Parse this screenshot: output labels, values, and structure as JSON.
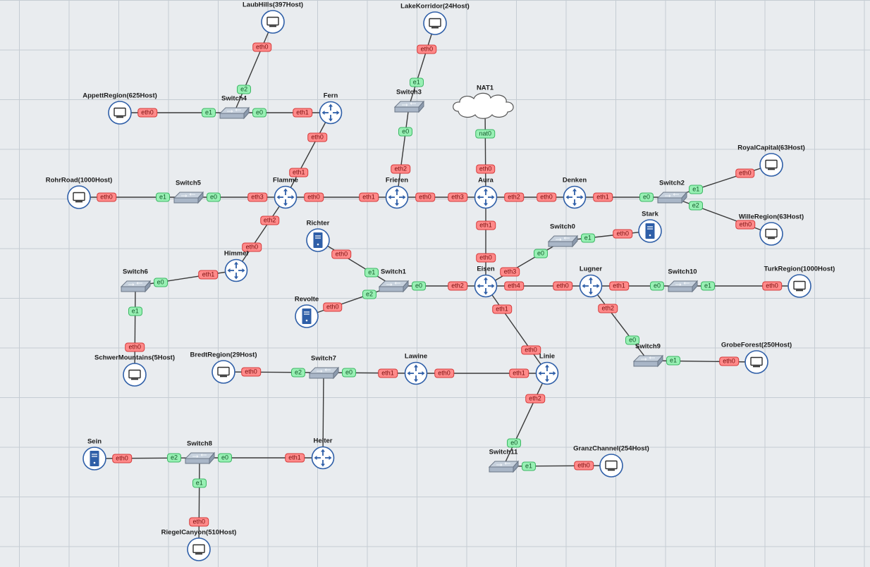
{
  "colors": {
    "router_fill": "#ffffff",
    "router_stroke": "#2f5fa8",
    "host_stroke": "#2f5fa8",
    "server_fill": "#2f5fa8",
    "switch_fill": "#a9b6c7",
    "link": "#3a3a3a",
    "port_red_bg": "#ff8a8a",
    "port_red_border": "#d63a3a",
    "port_green_bg": "#98f0b4",
    "port_green_border": "#3cb764"
  },
  "nodes": [
    {
      "id": "laubhills",
      "label": "LaubHills(397Host)",
      "type": "host",
      "icon": "monitor-icon"
    },
    {
      "id": "lakekorridor",
      "label": "LakeKorridor(24Host)",
      "type": "host",
      "icon": "monitor-icon"
    },
    {
      "id": "appett",
      "label": "AppettRegion(625Host)",
      "type": "host",
      "icon": "monitor-icon"
    },
    {
      "id": "switch4",
      "label": "Switch4",
      "type": "switch",
      "icon": "switch-icon"
    },
    {
      "id": "fern",
      "label": "Fern",
      "type": "router",
      "icon": "router-icon"
    },
    {
      "id": "switch3",
      "label": "Switch3",
      "type": "switch",
      "icon": "switch-icon"
    },
    {
      "id": "nat1",
      "label": "NAT1",
      "type": "cloud",
      "icon": "cloud-icon"
    },
    {
      "id": "royalcapital",
      "label": "RoyalCapital(63Host)",
      "type": "host",
      "icon": "monitor-icon"
    },
    {
      "id": "rohrroad",
      "label": "RohrRoad(1000Host)",
      "type": "host",
      "icon": "monitor-icon"
    },
    {
      "id": "switch5",
      "label": "Switch5",
      "type": "switch",
      "icon": "switch-icon"
    },
    {
      "id": "flamme",
      "label": "Flamme",
      "type": "router",
      "icon": "router-icon"
    },
    {
      "id": "frieren",
      "label": "Frieren",
      "type": "router",
      "icon": "router-icon"
    },
    {
      "id": "aura",
      "label": "Aura",
      "type": "router",
      "icon": "router-icon"
    },
    {
      "id": "denken",
      "label": "Denken",
      "type": "router",
      "icon": "router-icon"
    },
    {
      "id": "switch2",
      "label": "Switch2",
      "type": "switch",
      "icon": "switch-icon"
    },
    {
      "id": "willeregion",
      "label": "WilleRegion(63Host)",
      "type": "host",
      "icon": "monitor-icon"
    },
    {
      "id": "stark",
      "label": "Stark",
      "type": "server",
      "icon": "server-icon"
    },
    {
      "id": "richter",
      "label": "Richter",
      "type": "server",
      "icon": "server-icon"
    },
    {
      "id": "switch0",
      "label": "Switch0",
      "type": "switch",
      "icon": "switch-icon"
    },
    {
      "id": "himmel",
      "label": "Himmel",
      "type": "router",
      "icon": "router-icon"
    },
    {
      "id": "switch6",
      "label": "Switch6",
      "type": "switch",
      "icon": "switch-icon"
    },
    {
      "id": "switch1",
      "label": "Switch1",
      "type": "switch",
      "icon": "switch-icon"
    },
    {
      "id": "eisen",
      "label": "Eisen",
      "type": "router",
      "icon": "router-icon"
    },
    {
      "id": "lugner",
      "label": "Lugner",
      "type": "router",
      "icon": "router-icon"
    },
    {
      "id": "switch10",
      "label": "Switch10",
      "type": "switch",
      "icon": "switch-icon"
    },
    {
      "id": "turkregion",
      "label": "TurkRegion(1000Host)",
      "type": "host",
      "icon": "monitor-icon"
    },
    {
      "id": "revolte",
      "label": "Revolte",
      "type": "server",
      "icon": "server-icon"
    },
    {
      "id": "schwermountains",
      "label": "SchwerMountains(5Host)",
      "type": "host",
      "icon": "monitor-icon"
    },
    {
      "id": "bredtregion",
      "label": "BredtRegion(29Host)",
      "type": "host",
      "icon": "monitor-icon"
    },
    {
      "id": "switch7",
      "label": "Switch7",
      "type": "switch",
      "icon": "switch-icon"
    },
    {
      "id": "lawine",
      "label": "Lawine",
      "type": "router",
      "icon": "router-icon"
    },
    {
      "id": "linie",
      "label": "Linie",
      "type": "router",
      "icon": "router-icon"
    },
    {
      "id": "switch9",
      "label": "Switch9",
      "type": "switch",
      "icon": "switch-icon"
    },
    {
      "id": "grobeforest",
      "label": "GrobeForest(250Host)",
      "type": "host",
      "icon": "monitor-icon"
    },
    {
      "id": "sein",
      "label": "Sein",
      "type": "server",
      "icon": "server-icon"
    },
    {
      "id": "switch8",
      "label": "Switch8",
      "type": "switch",
      "icon": "switch-icon"
    },
    {
      "id": "heiter",
      "label": "Heiter",
      "type": "router",
      "icon": "router-icon"
    },
    {
      "id": "switch11",
      "label": "Switch11",
      "type": "switch",
      "icon": "switch-icon"
    },
    {
      "id": "granzchannel",
      "label": "GranzChannel(254Host)",
      "type": "host",
      "icon": "monitor-icon"
    },
    {
      "id": "riegelcanyon",
      "label": "RiegelCanyon(510Host)",
      "type": "host",
      "icon": "monitor-icon"
    }
  ],
  "links": [
    {
      "a": "laubhills",
      "b": "switch4",
      "a_port": "eth0",
      "b_port": "e2"
    },
    {
      "a": "appett",
      "b": "switch4",
      "a_port": "eth0",
      "b_port": "e1"
    },
    {
      "a": "switch4",
      "b": "fern",
      "a_port": "e0",
      "b_port": "eth1"
    },
    {
      "a": "lakekorridor",
      "b": "switch3",
      "a_port": "eth0",
      "b_port": "e1"
    },
    {
      "a": "switch3",
      "b": "frieren",
      "a_port": "e0",
      "b_port": "eth2"
    },
    {
      "a": "nat1",
      "b": "aura",
      "a_port": "nat0",
      "b_port": "eth0"
    },
    {
      "a": "fern",
      "b": "flamme",
      "a_port": "eth0",
      "b_port": "eth1"
    },
    {
      "a": "rohrroad",
      "b": "switch5",
      "a_port": "eth0",
      "b_port": "e1"
    },
    {
      "a": "switch5",
      "b": "flamme",
      "a_port": "e0",
      "b_port": "eth3"
    },
    {
      "a": "flamme",
      "b": "frieren",
      "a_port": "eth0",
      "b_port": "eth1"
    },
    {
      "a": "frieren",
      "b": "aura",
      "a_port": "eth0",
      "b_port": "eth3"
    },
    {
      "a": "aura",
      "b": "denken",
      "a_port": "eth2",
      "b_port": "eth0"
    },
    {
      "a": "denken",
      "b": "switch2",
      "a_port": "eth1",
      "b_port": "e0"
    },
    {
      "a": "switch2",
      "b": "royalcapital",
      "a_port": "e1",
      "b_port": "eth0"
    },
    {
      "a": "switch2",
      "b": "willeregion",
      "a_port": "e2",
      "b_port": "eth0"
    },
    {
      "a": "aura",
      "b": "eisen",
      "a_port": "eth1",
      "b_port": "eth0"
    },
    {
      "a": "flamme",
      "b": "himmel",
      "a_port": "eth2",
      "b_port": "eth0"
    },
    {
      "a": "himmel",
      "b": "switch6",
      "a_port": "eth1",
      "b_port": "e0"
    },
    {
      "a": "switch6",
      "b": "schwermountains",
      "a_port": "e1",
      "b_port": "eth0"
    },
    {
      "a": "richter",
      "b": "switch1",
      "a_port": "eth0",
      "b_port": "e1"
    },
    {
      "a": "revolte",
      "b": "switch1",
      "a_port": "eth0",
      "b_port": "e2"
    },
    {
      "a": "switch1",
      "b": "eisen",
      "a_port": "e0",
      "b_port": "eth2"
    },
    {
      "a": "eisen",
      "b": "switch0",
      "a_port": "eth3",
      "b_port": "e0"
    },
    {
      "a": "switch0",
      "b": "stark",
      "a_port": "e1",
      "b_port": "eth0"
    },
    {
      "a": "eisen",
      "b": "lugner",
      "a_port": "eth4",
      "b_port": "eth0"
    },
    {
      "a": "lugner",
      "b": "switch10",
      "a_port": "eth1",
      "b_port": "e0"
    },
    {
      "a": "switch10",
      "b": "turkregion",
      "a_port": "e1",
      "b_port": "eth0"
    },
    {
      "a": "lugner",
      "b": "switch9",
      "a_port": "eth2",
      "b_port": "e0"
    },
    {
      "a": "switch9",
      "b": "grobeforest",
      "a_port": "e1",
      "b_port": "eth0"
    },
    {
      "a": "eisen",
      "b": "linie",
      "a_port": "eth1",
      "b_port": "eth0"
    },
    {
      "a": "bredtregion",
      "b": "switch7",
      "a_port": "eth0",
      "b_port": "e2"
    },
    {
      "a": "switch7",
      "b": "lawine",
      "a_port": "e0",
      "b_port": "eth1"
    },
    {
      "a": "lawine",
      "b": "linie",
      "a_port": "eth0",
      "b_port": "eth1"
    },
    {
      "a": "linie",
      "b": "switch11",
      "a_port": "eth2",
      "b_port": "e0"
    },
    {
      "a": "switch11",
      "b": "granzchannel",
      "a_port": "e1",
      "b_port": "eth0"
    },
    {
      "a": "switch7",
      "b": "heiter",
      "a_port": "",
      "b_port": ""
    },
    {
      "a": "sein",
      "b": "switch8",
      "a_port": "eth0",
      "b_port": "e2"
    },
    {
      "a": "switch8",
      "b": "heiter",
      "a_port": "e0",
      "b_port": "eth1"
    },
    {
      "a": "switch8",
      "b": "riegelcanyon",
      "a_port": "e1",
      "b_port": "eth0"
    }
  ]
}
